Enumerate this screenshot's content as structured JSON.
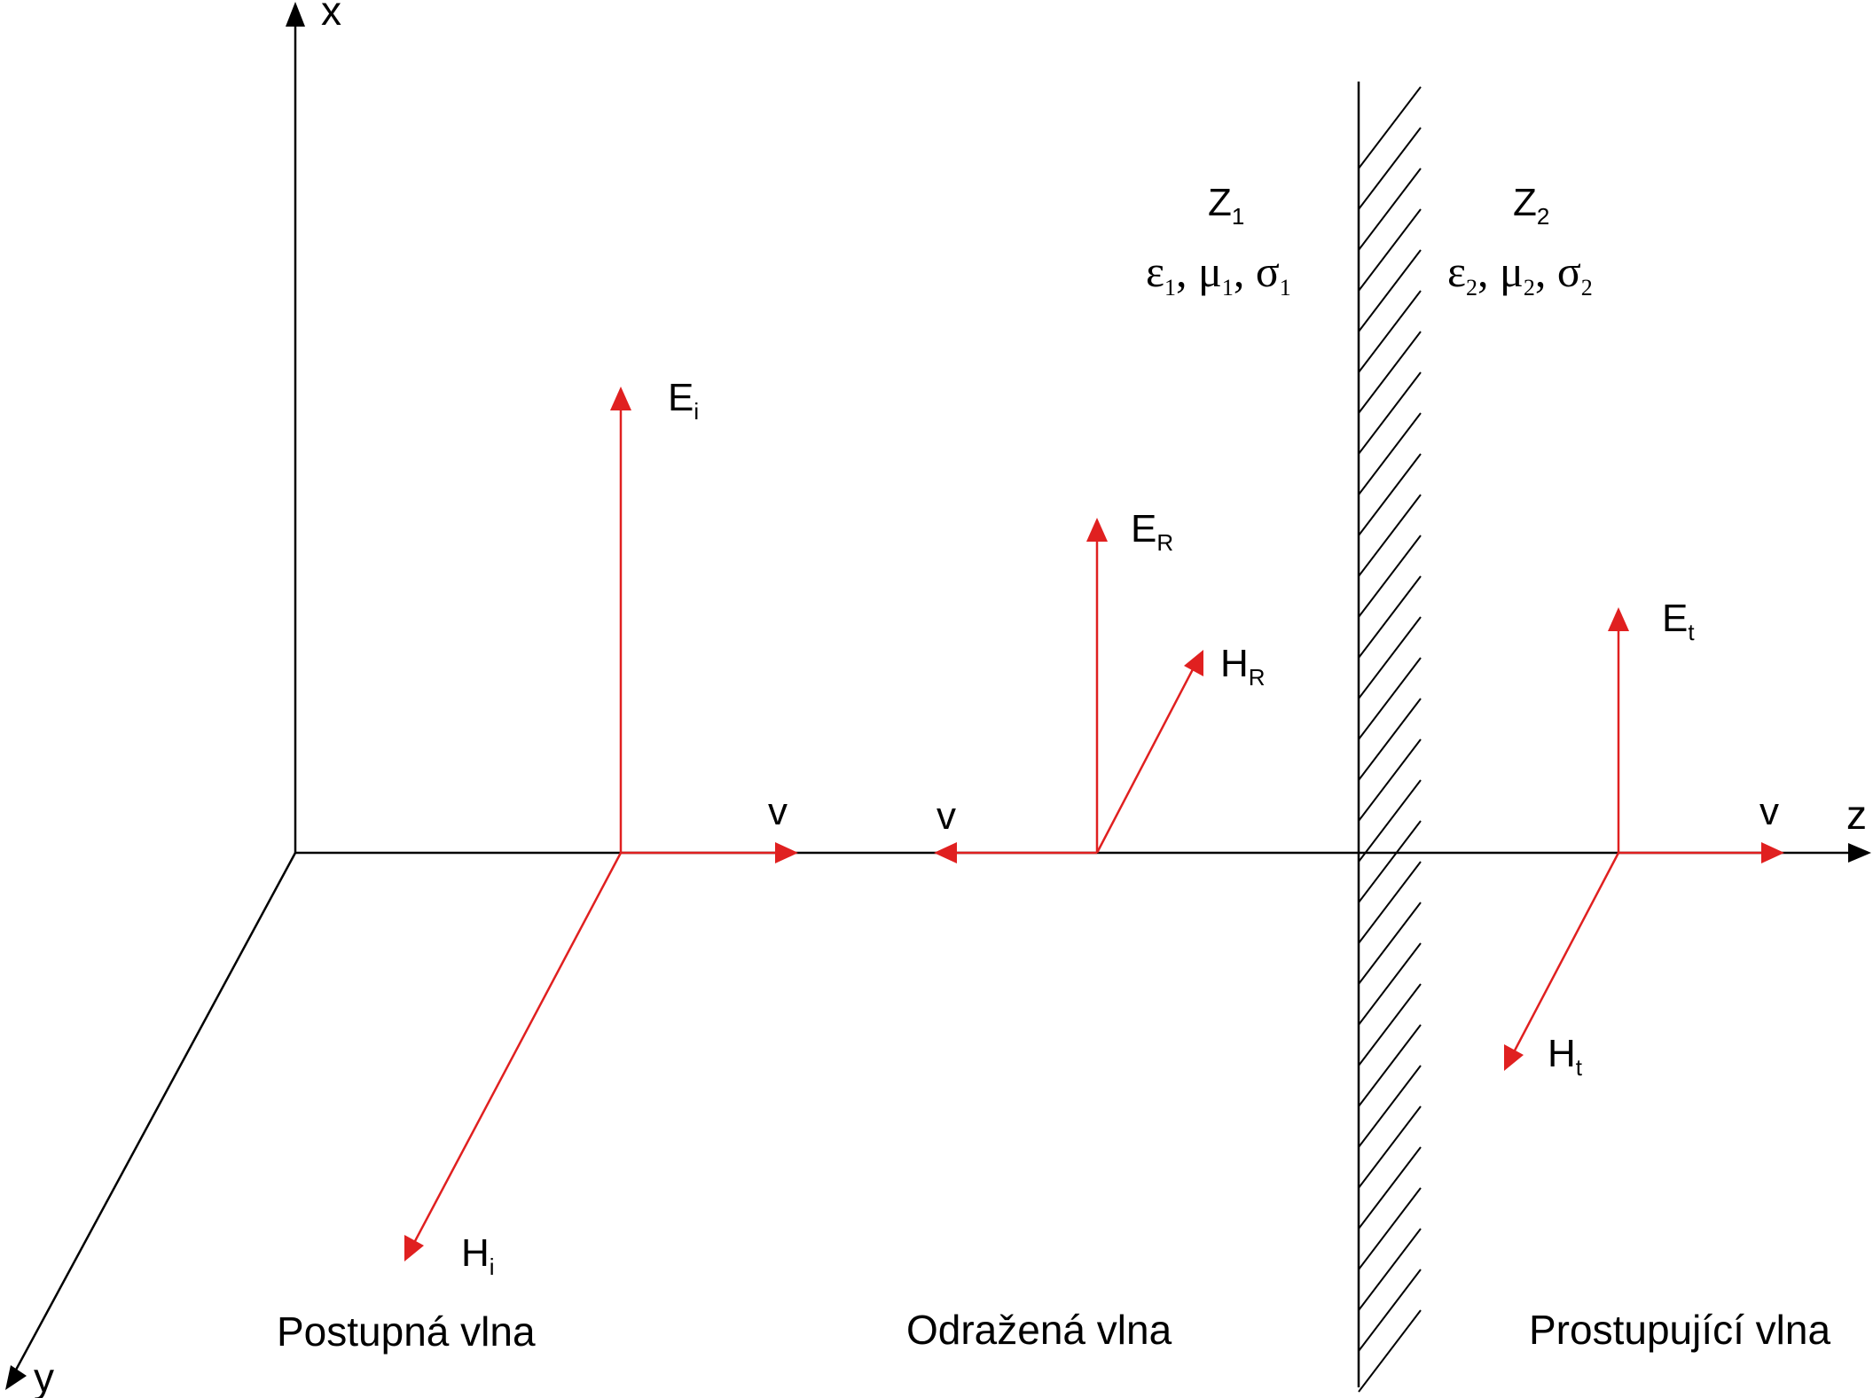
{
  "colors": {
    "axis": "#000000",
    "vector": "#e02020",
    "boundary": "#000000"
  },
  "axes": {
    "x": "x",
    "y": "y",
    "z": "z"
  },
  "regions": {
    "medium1": {
      "impedance_base": "Z",
      "impedance_sub": "1",
      "eps": "ε",
      "eps_sub": "1",
      "mu": "μ",
      "mu_sub": "1",
      "sigma": "σ",
      "sigma_sub": "1",
      "sep": ","
    },
    "medium2": {
      "impedance_base": "Z",
      "impedance_sub": "2",
      "eps": "ε",
      "eps_sub": "2",
      "mu": "μ",
      "mu_sub": "2",
      "sigma": "σ",
      "sigma_sub": "2",
      "sep": ","
    }
  },
  "waves": {
    "incident": {
      "E_base": "E",
      "E_sub": "i",
      "H_base": "H",
      "H_sub": "i",
      "v": "v",
      "caption": "Postupná vlna"
    },
    "reflected": {
      "E_base": "E",
      "E_sub": "R",
      "H_base": "H",
      "H_sub": "R",
      "v": "v",
      "caption": "Odražená vlna"
    },
    "transmitted": {
      "E_base": "E",
      "E_sub": "t",
      "H_base": "H",
      "H_sub": "t",
      "v": "v",
      "caption": "Prostupující vlna"
    }
  }
}
